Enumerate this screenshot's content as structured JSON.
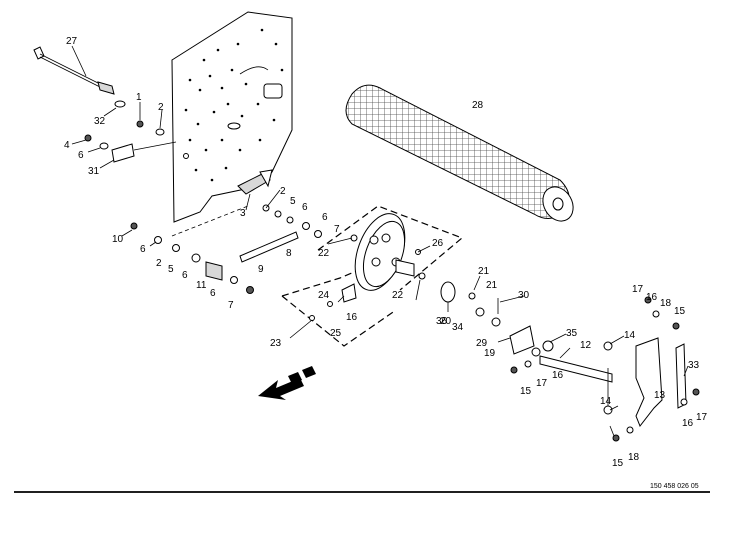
{
  "diagram": {
    "reference_number": "150 458 026 05",
    "callouts": [
      "27",
      "32",
      "1",
      "2",
      "4",
      "6",
      "31",
      "28",
      "2",
      "3",
      "5",
      "6",
      "6",
      "7",
      "10",
      "6",
      "2",
      "5",
      "6",
      "11",
      "6",
      "7",
      "9",
      "8",
      "22",
      "26",
      "21",
      "21",
      "24",
      "16",
      "22",
      "30",
      "23",
      "25",
      "36",
      "20",
      "34",
      "29",
      "35",
      "19",
      "17",
      "16",
      "18",
      "15",
      "14",
      "12",
      "16",
      "17",
      "15",
      "33",
      "13",
      "14",
      "18",
      "15",
      "16",
      "17"
    ]
  }
}
